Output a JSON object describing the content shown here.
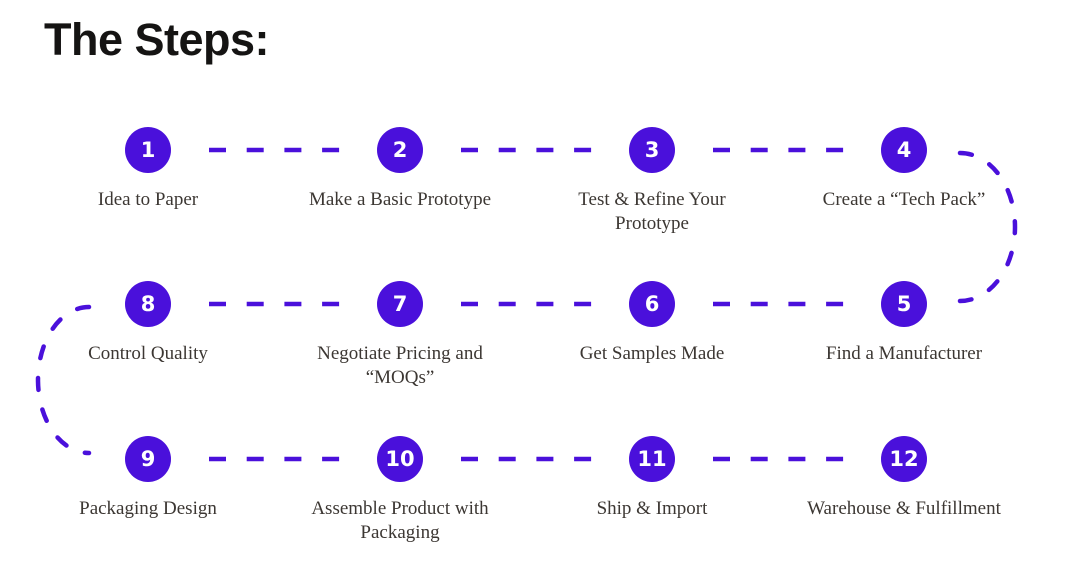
{
  "title": "The Steps:",
  "steps": [
    {
      "number": "1",
      "label": "Idea to Paper"
    },
    {
      "number": "2",
      "label": "Make a Basic Prototype"
    },
    {
      "number": "3",
      "label": "Test & Refine Your Prototype"
    },
    {
      "number": "4",
      "label": "Create a “Tech Pack”"
    },
    {
      "number": "5",
      "label": "Find a Manufacturer"
    },
    {
      "number": "6",
      "label": "Get Samples Made"
    },
    {
      "number": "7",
      "label": "Negotiate Pricing and “MOQs”"
    },
    {
      "number": "8",
      "label": "Control Quality"
    },
    {
      "number": "9",
      "label": "Packaging Design"
    },
    {
      "number": "10",
      "label": "Assemble Product with Packaging"
    },
    {
      "number": "11",
      "label": "Ship & Import"
    },
    {
      "number": "12",
      "label": "Warehouse & Fulfillment"
    }
  ],
  "colors": {
    "accent": "#4a10db",
    "connector": "#4a10db",
    "label_text": "#3c3733",
    "title_text": "#151413",
    "background": "#ffffff"
  }
}
